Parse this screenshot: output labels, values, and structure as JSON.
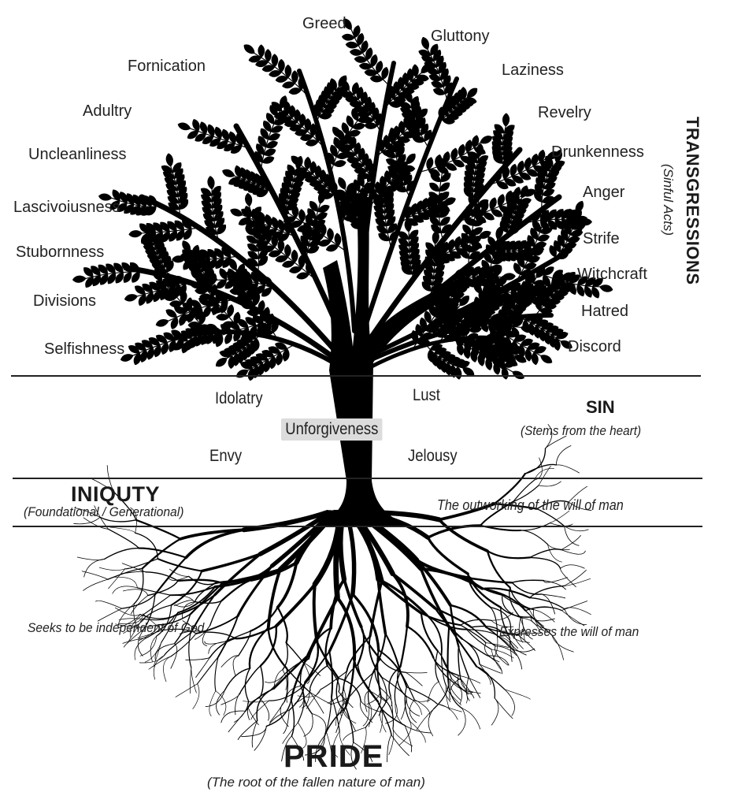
{
  "transgressions": {
    "heading": "TRANSGRESSIONS",
    "subtitle": "(Sinful Acts)",
    "left": [
      "Fornication",
      "Adultry",
      "Uncleanliness",
      "Lascivoiusness",
      "Stubornness",
      "Divisions",
      "Selfishness"
    ],
    "top": [
      "Greed",
      "Gluttony"
    ],
    "right": [
      "Laziness",
      "Revelry",
      "Drunkenness",
      "Anger",
      "Strife",
      "Witchcraft",
      "Hatred",
      "Discord"
    ]
  },
  "sin": {
    "heading": "SIN",
    "subtitle": "(Stems from the heart)",
    "items": {
      "idolatry": "Idolatry",
      "lust": "Lust",
      "unforgiveness": "Unforgiveness",
      "envy": "Envy",
      "jealousy": "Jelousy"
    },
    "highlight_color": "#dcdcdc"
  },
  "iniquity": {
    "heading": "INIQUTY",
    "subtitle": "(Foundational / Generational)",
    "description": "The outworking of the will of man"
  },
  "roots": {
    "left_note": "Seeks to be independent of God",
    "right_note": "Expresses the will of man"
  },
  "pride": {
    "heading": "PRIDE",
    "subtitle": "(The root of the fallen nature of man)"
  }
}
